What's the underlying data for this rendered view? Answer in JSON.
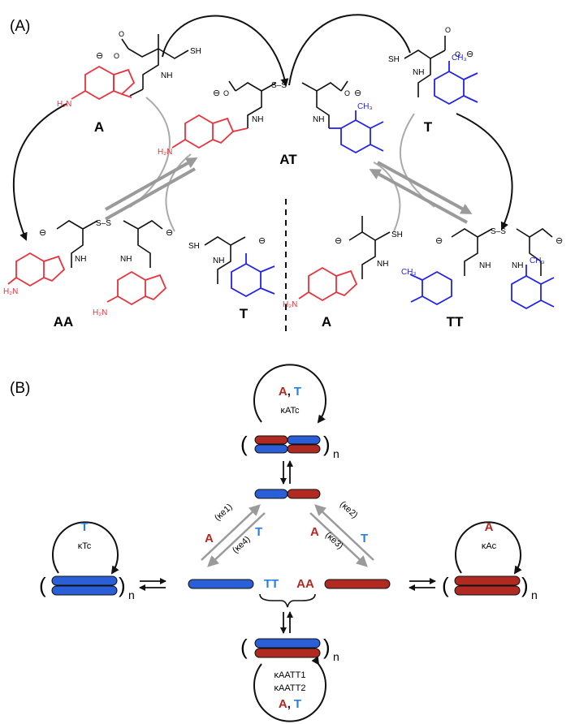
{
  "panel_a": {
    "label": "(A)",
    "compounds": {
      "A_top": "A",
      "T_top": "T",
      "AT": "AT",
      "AA": "AA",
      "T_bottom": "T",
      "A_bottom": "A",
      "TT": "TT"
    },
    "atom_labels": {
      "sh": "SH",
      "nh": "NH",
      "nh2": "H₂N",
      "ss": "S–S",
      "ch3": "CH₃",
      "o": "O",
      "n": "N",
      "minus": "⊖"
    }
  },
  "panel_b": {
    "label": "(B)",
    "top_cycle": {
      "agents_a": "A",
      "sep": ",",
      "agents_t": "T",
      "rate": "κATc"
    },
    "left_cycle": {
      "agents_t": "T",
      "rate": "κTc"
    },
    "right_cycle": {
      "agents_a": "A",
      "rate": "κAc"
    },
    "bottom_cycle": {
      "rate1": "κAATT1",
      "rate2": "κAATT2",
      "agents_a": "A",
      "sep": ",",
      "agents_t": "T"
    },
    "rates": {
      "ke1": "(κe1)",
      "ke2": "(κe2)",
      "ke3": "(κe3)",
      "ke4": "(κe4)"
    },
    "center": {
      "tt": "TT",
      "aa": "AA"
    },
    "mid_labels": {
      "left_a": "A",
      "left_t": "T",
      "right_a": "A",
      "right_t": "T"
    },
    "subscript_n": "n",
    "colors": {
      "red": "#b02a22",
      "blue": "#2a5fd8",
      "red_text": "#b02a22",
      "blue_text": "#2a80d8"
    }
  }
}
